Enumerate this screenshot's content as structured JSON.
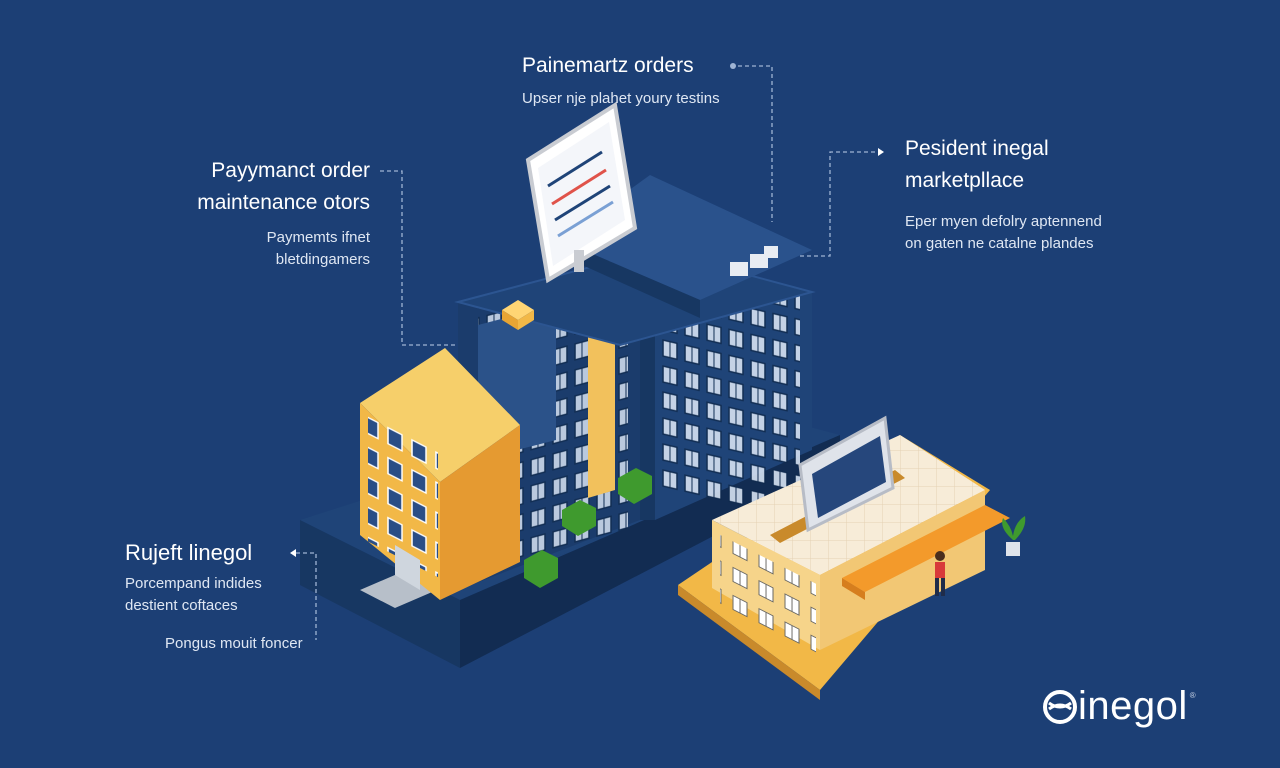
{
  "callouts": {
    "top": {
      "title": "Painemartz orders",
      "subtitle": "Upser nje plahet youry testins"
    },
    "left": {
      "title_line1": "Payymanct order",
      "title_line2": "maintenance otors",
      "subtitle": "Paymemts ifnet bletdingamers"
    },
    "right": {
      "title_line1": "Pesident inegal",
      "title_line2": "marketpllace",
      "subtitle_line1": "Eper myen defolry aptennend",
      "subtitle_line2": "on gaten ne catalne plandes"
    },
    "bottom_left": {
      "title": "Rujeft linegol",
      "subtitle_line1": "Porcempand indides",
      "subtitle_line2": "destient coftaces",
      "note": "Pongus mouit foncer"
    }
  },
  "logo": {
    "word": "inegol",
    "mark": "®"
  },
  "colors": {
    "background": "#1c3f75",
    "tower_blue": "#1f4478",
    "tower_dark": "#173762",
    "building_yellow": "#f2b847",
    "building_orange": "#e59a31",
    "store_cream": "#f6d48a",
    "awning_orange": "#f39a2b",
    "bush_green": "#3f9a2e",
    "leader_line": "#9fb4d4"
  },
  "icons": [
    "tablet-screen-icon",
    "billboard-icon",
    "package-icon",
    "plant-icon",
    "person-icon",
    "logo-icon"
  ]
}
